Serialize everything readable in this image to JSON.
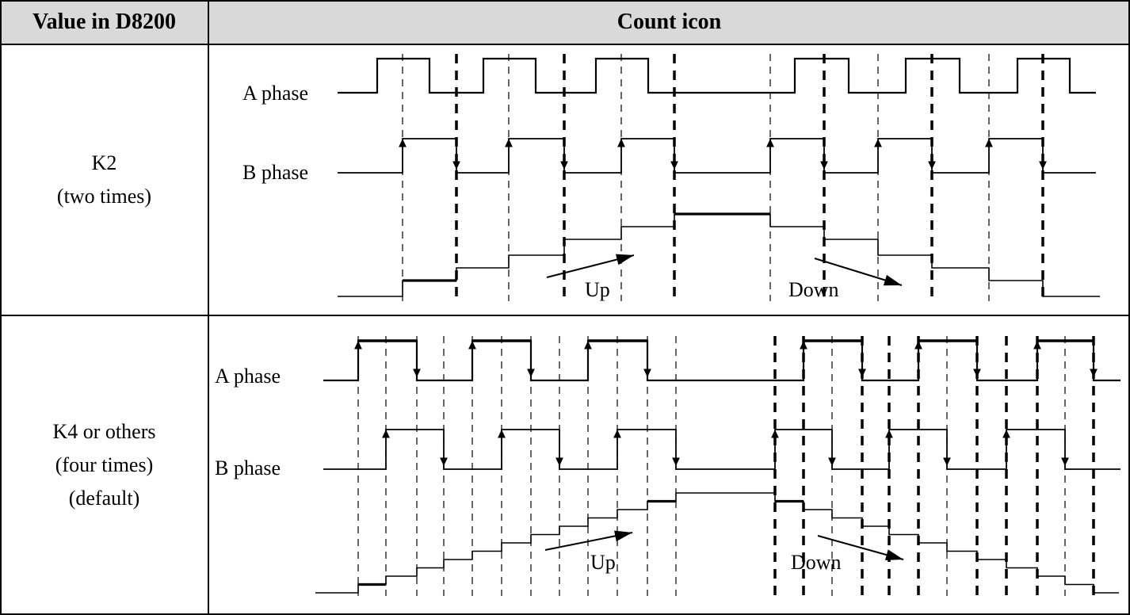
{
  "table": {
    "header": {
      "col1": "Value in D8200",
      "col2": "Count icon"
    },
    "rows": [
      {
        "lines": [
          "K2",
          "(two times)"
        ],
        "diagram": {
          "a_label": "A phase",
          "b_label": "B phase",
          "up_label": "Up",
          "down_label": "Down"
        }
      },
      {
        "lines": [
          "K4 or others",
          "(four times)",
          "(default)"
        ],
        "diagram": {
          "a_label": "A phase",
          "b_label": "B phase",
          "up_label": "Up",
          "down_label": "Down"
        }
      }
    ]
  }
}
